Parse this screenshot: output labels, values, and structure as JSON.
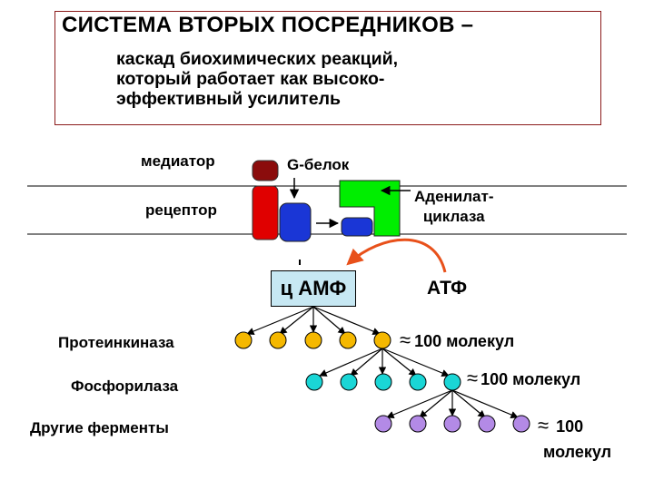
{
  "header": {
    "title": "СИСТЕМА ВТОРЫХ ПОСРЕДНИКОВ –",
    "subtitle_lines": [
      "каскад биохимических реакций,",
      "который работает как высоко-",
      "эффективный усилитель"
    ]
  },
  "membrane": {
    "mediator": "медиатор",
    "g_protein": "G-белок",
    "receptor": "рецептор",
    "adenylate_cyclase_lines": [
      "Аденилат-",
      "циклаза"
    ]
  },
  "second_messenger": {
    "camp": "ц АМФ",
    "atp": "АТФ"
  },
  "cascade": {
    "approx_symbol": "≈",
    "levels": [
      {
        "enzyme": "Протеинкиназа",
        "count": "100 молекул",
        "color": "#f5b800"
      },
      {
        "enzyme": "Фосфорилаза",
        "count": "100 молекул",
        "color": "#1ad6d6"
      },
      {
        "enzyme": "Другие ферменты",
        "count_number": "100",
        "count_unit": "молекул",
        "color": "#b38ae6"
      }
    ]
  },
  "colors": {
    "mediator": "#8b0c0c",
    "receptor": "#e00000",
    "g_protein": "#1a36d6",
    "cyclase": "#00ee00",
    "arrow_orange": "#e8501a",
    "camp_fill": "#c7e8f3"
  }
}
